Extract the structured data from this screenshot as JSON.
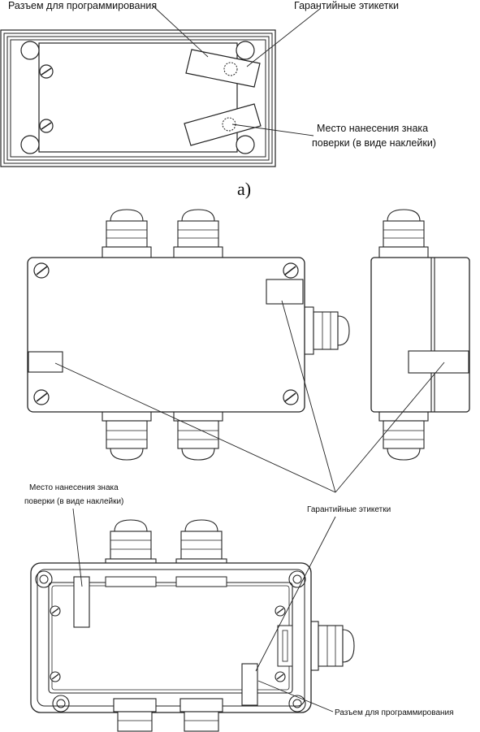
{
  "figure_a": {
    "label_programming_connector": "Разъем для программирования",
    "label_warranty_labels": "Гарантийные этикетки",
    "label_verification_mark_line1": "Место нанесения знака",
    "label_verification_mark_line2": "поверки (в виде наклейки)",
    "caption": "а)"
  },
  "figure_b": {
    "label_verification_mark_line1": "Место нанесения знака",
    "label_verification_mark_line2": "поверки (в виде наклейки)",
    "label_warranty_labels": "Гарантийные этикетки",
    "label_programming_connector": "Разъем для программирования"
  },
  "colors": {
    "line": "#222222",
    "background": "#ffffff"
  }
}
